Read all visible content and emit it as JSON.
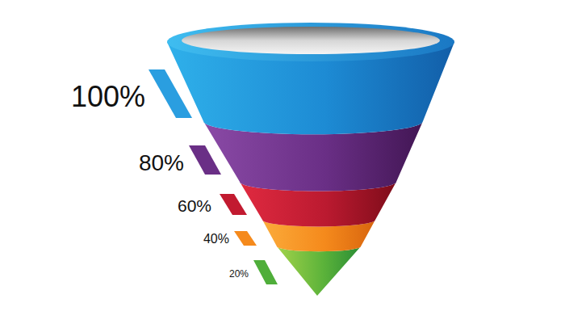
{
  "diagram": {
    "labels": [
      "100%",
      "80%",
      "60%",
      "40%",
      "20%"
    ]
  }
}
